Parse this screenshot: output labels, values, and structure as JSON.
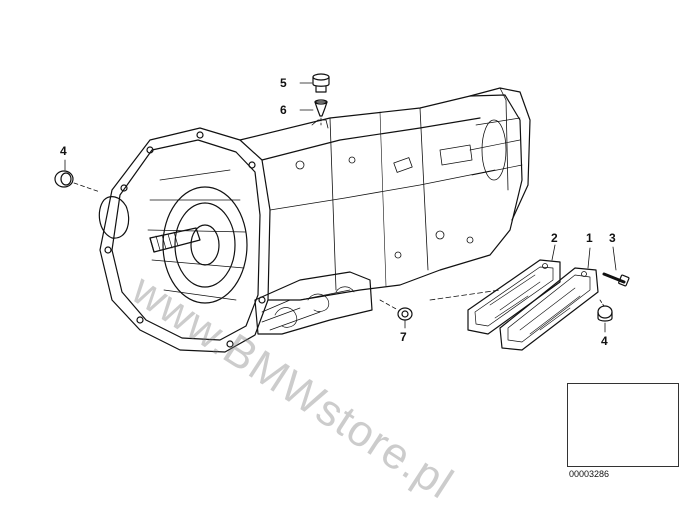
{
  "watermark": "www.BMWstore.pl",
  "document_number": "00003286",
  "callouts": {
    "c5": "5",
    "c6": "6",
    "c4_left": "4",
    "c2": "2",
    "c1": "1",
    "c3": "3",
    "c7": "7",
    "c4_right": "4"
  },
  "colors": {
    "line": "#111111",
    "watermark": "#8a8a8a",
    "background": "#ffffff"
  }
}
